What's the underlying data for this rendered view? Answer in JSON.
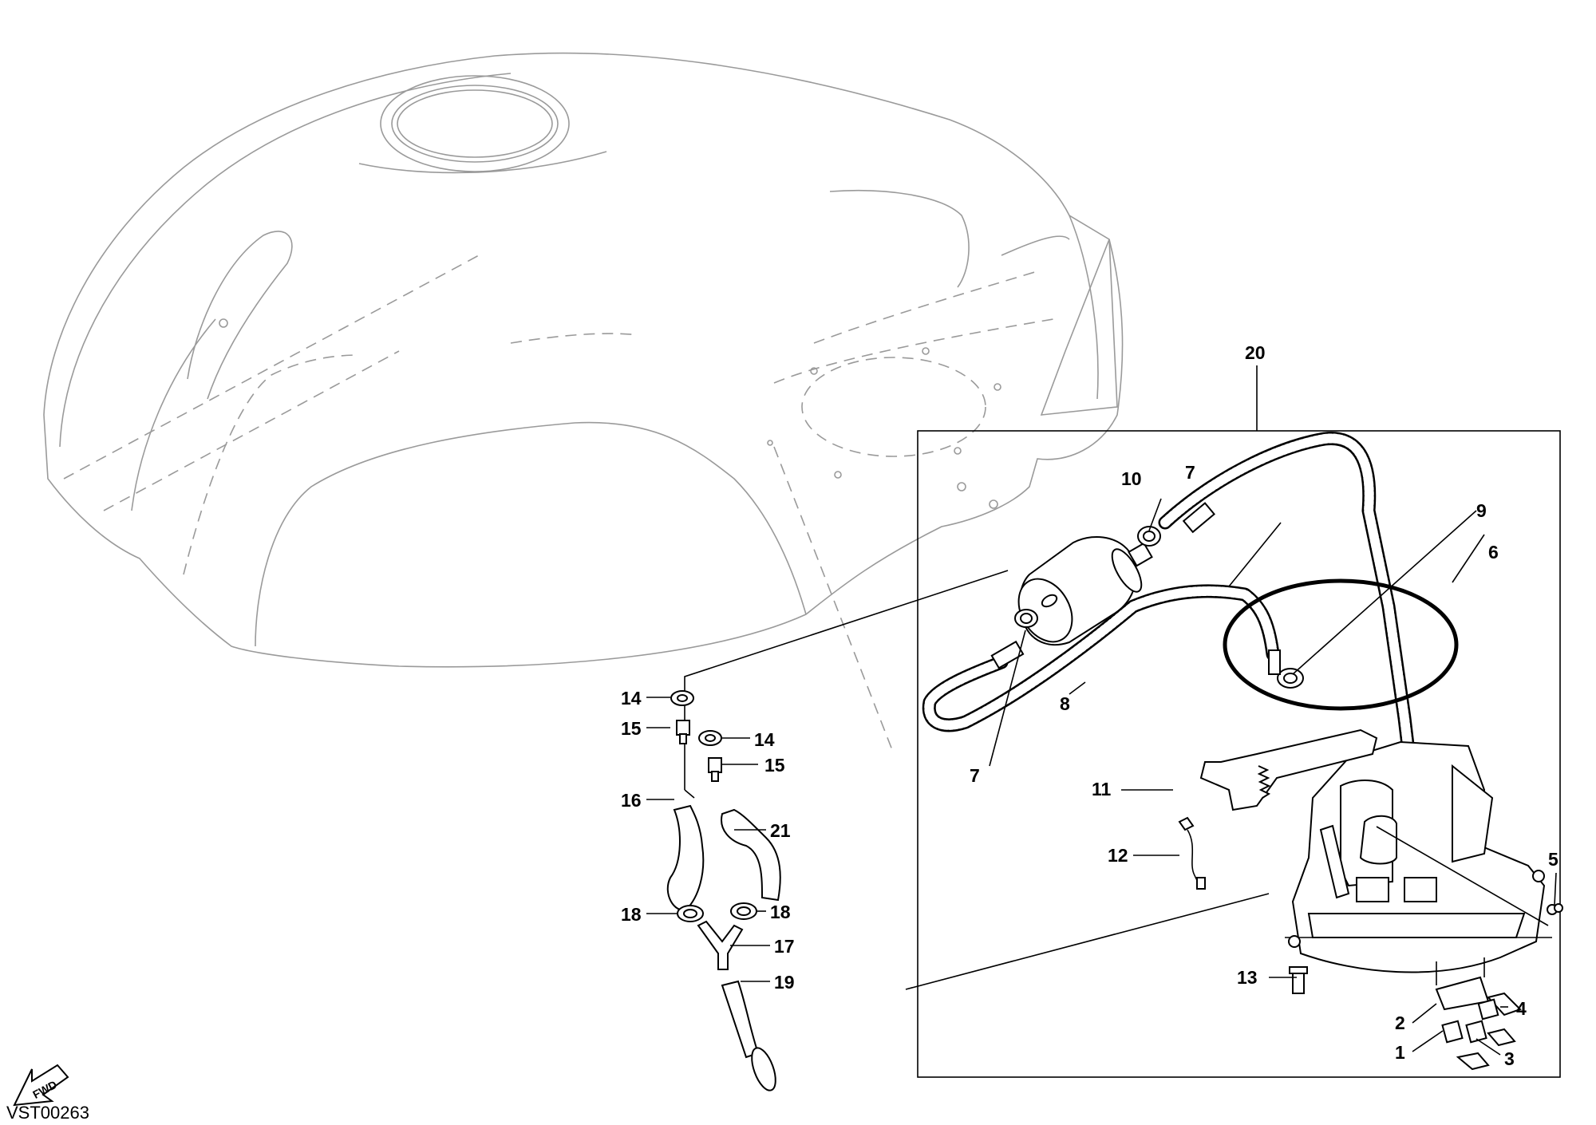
{
  "diagram": {
    "drawing_code": "VST00263",
    "forward_label": "FWD",
    "callouts": {
      "c1": "1",
      "c2": "2",
      "c3": "3",
      "c4": "4",
      "c5": "5",
      "c6": "6",
      "c7a": "7",
      "c7b": "7",
      "c8": "8",
      "c9": "9",
      "c10": "10",
      "c11": "11",
      "c12": "12",
      "c13": "13",
      "c14a": "14",
      "c14b": "14",
      "c15a": "15",
      "c15b": "15",
      "c16": "16",
      "c17": "17",
      "c18a": "18",
      "c18b": "18",
      "c19": "19",
      "c20": "20",
      "c21": "21"
    },
    "colors": {
      "line": "#000000",
      "tank_outline": "#9a9a9a",
      "background": "#ffffff"
    }
  }
}
